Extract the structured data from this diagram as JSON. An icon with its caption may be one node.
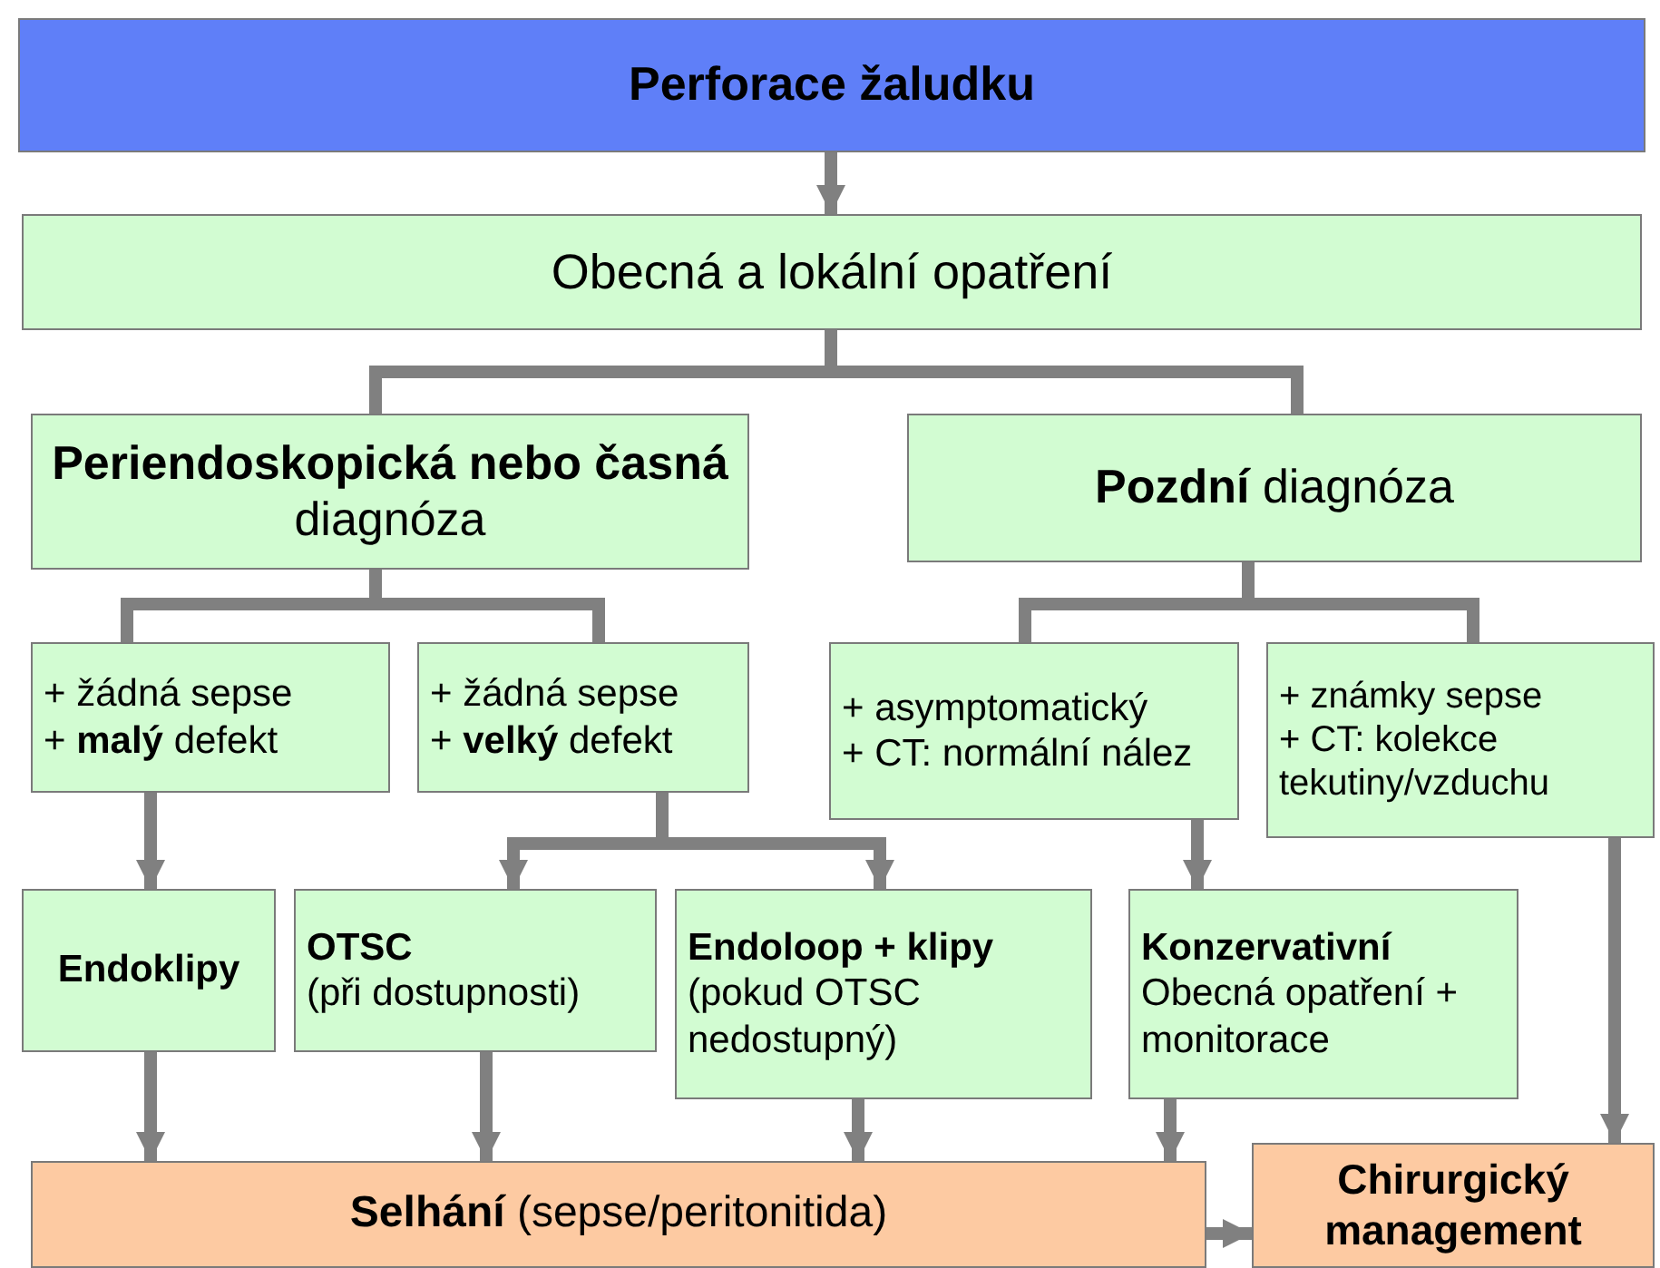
{
  "diagram": {
    "nodes": [
      {
        "text": [
          "Perforace žaludku"
        ]
      },
      {
        "text": [
          "Obecná a lokální opatření"
        ]
      },
      {
        "text": [
          "**Periendoskopická nebo časná** diagnóza"
        ]
      },
      {
        "text": [
          "**Pozdní** diagnóza"
        ]
      },
      {
        "text": [
          "+ žádná sepse",
          "+ **malý** defekt"
        ]
      },
      {
        "text": [
          "+ žádná sepse",
          "+ **velký** defekt"
        ]
      },
      {
        "text": [
          "+ asymptomatický",
          "+ CT: normální nález"
        ]
      },
      {
        "text": [
          "+ známky sepse",
          "+ CT: kolekce tekutiny/vzduchu"
        ]
      },
      {
        "text": [
          "Endoklipy"
        ]
      },
      {
        "text": [
          "OTSC",
          "(při dostupnosti)"
        ]
      },
      {
        "text": [
          "Endoloop + klipy",
          "(pokud OTSC nedostupný)"
        ]
      },
      {
        "text": [
          "Konzervativní",
          "Obecná opatření + monitorace"
        ]
      },
      {
        "text": [
          "**Selhání** (sepse/peritonitida)"
        ]
      },
      {
        "text": [
          "Chirurgický management"
        ]
      }
    ],
    "edges": [
      {
        "from": 0,
        "to": 1,
        "arrow": "to"
      },
      {
        "from": 1,
        "to": 2,
        "arrow": "none"
      },
      {
        "from": 1,
        "to": 3,
        "arrow": "none"
      },
      {
        "from": 2,
        "to": 4,
        "arrow": "none"
      },
      {
        "from": 2,
        "to": 5,
        "arrow": "none"
      },
      {
        "from": 3,
        "to": 6,
        "arrow": "none"
      },
      {
        "from": 3,
        "to": 7,
        "arrow": "none"
      },
      {
        "from": 4,
        "to": 8,
        "arrow": "to"
      },
      {
        "from": 5,
        "to": 9,
        "arrow": "to"
      },
      {
        "from": 5,
        "to": 10,
        "arrow": "to"
      },
      {
        "from": 6,
        "to": 11,
        "arrow": "to"
      },
      {
        "from": 7,
        "to": 13,
        "arrow": "to"
      },
      {
        "from": 8,
        "to": 12,
        "arrow": "to"
      },
      {
        "from": 9,
        "to": 12,
        "arrow": "to"
      },
      {
        "from": 10,
        "to": 12,
        "arrow": "to"
      },
      {
        "from": 11,
        "to": 12,
        "arrow": "to"
      },
      {
        "from": 12,
        "to": 13,
        "arrow": "to"
      }
    ]
  }
}
